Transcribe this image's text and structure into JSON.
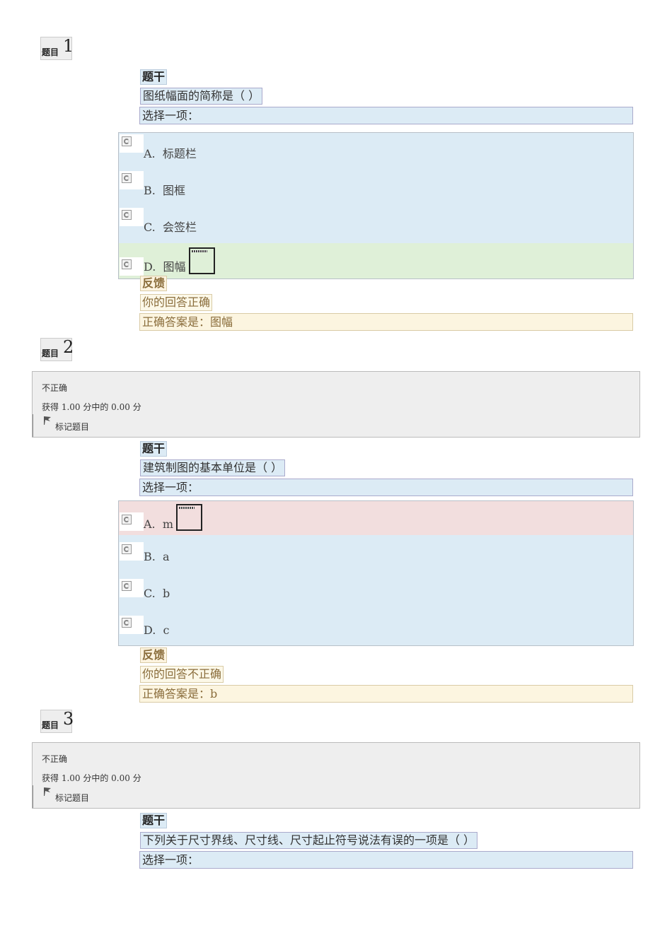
{
  "questions": [
    {
      "label": "题目",
      "number": "1",
      "stem_label": "题干",
      "text": "图纸幅面的简称是（ ）",
      "prompt": "选择一项：",
      "options": [
        {
          "letter": "A.",
          "text": "标题栏",
          "state": "neutral"
        },
        {
          "letter": "B.",
          "text": "图框",
          "state": "neutral"
        },
        {
          "letter": "C.",
          "text": "会签栏",
          "state": "neutral"
        },
        {
          "letter": "D.",
          "text": "图幅",
          "state": "correct",
          "marker": "correct-mark-icon"
        }
      ],
      "feedback_label": "反馈",
      "feedback": "你的回答正确",
      "right_answer": "正确答案是：图幅"
    },
    {
      "label": "题目",
      "number": "2",
      "info": {
        "state": "不正确",
        "grade": "获得 1.00 分中的 0.00 分",
        "flag": "标记题目"
      },
      "stem_label": "题干",
      "text": "建筑制图的基本单位是（ ）",
      "prompt": "选择一项：",
      "options": [
        {
          "letter": "A.",
          "text": "m",
          "state": "incorrect",
          "marker": "incorrect-mark-icon"
        },
        {
          "letter": "B.",
          "text": "a",
          "state": "neutral"
        },
        {
          "letter": "C.",
          "text": "b",
          "state": "neutral"
        },
        {
          "letter": "D.",
          "text": "c",
          "state": "neutral"
        }
      ],
      "feedback_label": "反馈",
      "feedback": "你的回答不正确",
      "right_answer": "正确答案是：b"
    },
    {
      "label": "题目",
      "number": "3",
      "info": {
        "state": "不正确",
        "grade": "获得 1.00 分中的 0.00 分",
        "flag": "标记题目"
      },
      "stem_label": "题干",
      "text": "下列关于尺寸界线、尺寸线、尺寸起止符号说法有误的一项是（ ）",
      "prompt": "选择一项："
    }
  ],
  "colors": {
    "stem_bg": "#dcebf5",
    "correct_bg": "#dff0d8",
    "incorrect_bg": "#f2dede",
    "feedback_bg": "#fcf8e8",
    "feedback_text": "#8a6d3b",
    "info_bg": "#eeeeee"
  }
}
